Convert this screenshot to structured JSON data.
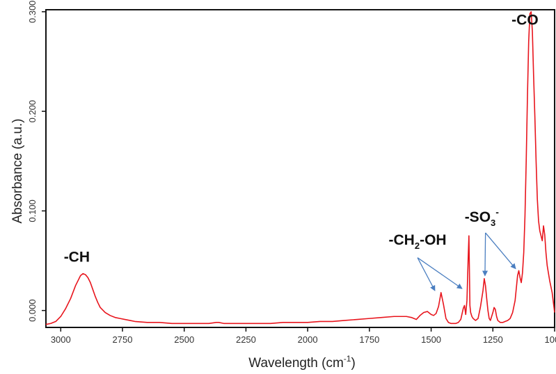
{
  "chart_data": {
    "type": "line",
    "title": "",
    "xlabel": "Wavelength (cm",
    "xlabel_sup": "-1",
    "xlabel_tail": ")",
    "ylabel": "Absorbance (a.u.)",
    "xlim": [
      3060,
      1000
    ],
    "ylim": [
      -0.017,
      0.302
    ],
    "x_reversed": true,
    "grid": false,
    "legend": "none",
    "line_color": "#e8141c",
    "arrow_color": "#4a7ec0",
    "x_ticks": [
      3000,
      2750,
      2500,
      2250,
      2000,
      1750,
      1500,
      1250,
      1000
    ],
    "x_tick_labels": [
      "3000",
      "2750",
      "2500",
      "2250",
      "2000",
      "1750",
      "1500",
      "1250",
      "1000"
    ],
    "y_ticks": [
      0.0,
      0.1,
      0.2,
      0.3
    ],
    "y_tick_labels": [
      "0.000",
      "0.100",
      "0.200",
      "0.300"
    ],
    "series": [
      {
        "x": [
          3060,
          3040,
          3020,
          3000,
          2980,
          2960,
          2940,
          2930,
          2920,
          2910,
          2900,
          2890,
          2880,
          2870,
          2860,
          2850,
          2840,
          2820,
          2800,
          2780,
          2760,
          2740,
          2720,
          2700,
          2650,
          2600,
          2550,
          2500,
          2450,
          2400,
          2370,
          2360,
          2340,
          2300,
          2250,
          2200,
          2150,
          2100,
          2050,
          2000,
          1950,
          1900,
          1850,
          1800,
          1750,
          1700,
          1650,
          1620,
          1600,
          1580,
          1560,
          1545,
          1530,
          1515,
          1500,
          1490,
          1480,
          1470,
          1460,
          1450,
          1440,
          1430,
          1420,
          1410,
          1400,
          1390,
          1380,
          1370,
          1365,
          1360,
          1355,
          1350,
          1347,
          1345,
          1343,
          1340,
          1335,
          1330,
          1320,
          1310,
          1300,
          1290,
          1285,
          1280,
          1275,
          1270,
          1265,
          1260,
          1250,
          1245,
          1240,
          1235,
          1230,
          1220,
          1210,
          1200,
          1190,
          1180,
          1170,
          1160,
          1150,
          1145,
          1140,
          1135,
          1130,
          1125,
          1120,
          1115,
          1110,
          1105,
          1100,
          1095,
          1090,
          1085,
          1080,
          1075,
          1070,
          1065,
          1060,
          1055,
          1050,
          1045,
          1040,
          1035,
          1030,
          1020,
          1010,
          1000
        ],
        "y": [
          -0.014,
          -0.013,
          -0.011,
          -0.006,
          0.002,
          0.012,
          0.025,
          0.03,
          0.035,
          0.037,
          0.036,
          0.033,
          0.028,
          0.021,
          0.014,
          0.008,
          0.003,
          -0.002,
          -0.005,
          -0.007,
          -0.008,
          -0.009,
          -0.01,
          -0.011,
          -0.012,
          -0.012,
          -0.013,
          -0.013,
          -0.013,
          -0.013,
          -0.012,
          -0.012,
          -0.013,
          -0.013,
          -0.013,
          -0.013,
          -0.013,
          -0.012,
          -0.012,
          -0.012,
          -0.011,
          -0.011,
          -0.01,
          -0.009,
          -0.008,
          -0.007,
          -0.006,
          -0.006,
          -0.006,
          -0.007,
          -0.009,
          -0.005,
          -0.002,
          -0.001,
          -0.004,
          -0.005,
          -0.003,
          0.004,
          0.018,
          0.006,
          -0.008,
          -0.012,
          -0.013,
          -0.013,
          -0.013,
          -0.012,
          -0.009,
          0.002,
          0.005,
          -0.004,
          0.01,
          0.053,
          0.075,
          0.04,
          0.005,
          -0.002,
          -0.006,
          -0.008,
          -0.01,
          -0.008,
          0.004,
          0.02,
          0.032,
          0.025,
          0.012,
          0.0,
          -0.008,
          -0.01,
          -0.002,
          0.003,
          0.001,
          -0.006,
          -0.01,
          -0.012,
          -0.012,
          -0.011,
          -0.01,
          -0.008,
          -0.002,
          0.01,
          0.035,
          0.04,
          0.033,
          0.028,
          0.038,
          0.058,
          0.095,
          0.15,
          0.215,
          0.27,
          0.298,
          0.3,
          0.28,
          0.235,
          0.195,
          0.15,
          0.112,
          0.09,
          0.08,
          0.075,
          0.07,
          0.085,
          0.076,
          0.058,
          0.045,
          0.03,
          0.018,
          -0.002
        ]
      }
    ],
    "annotations": [
      {
        "text": "-CH",
        "x": 2935,
        "y": 0.049
      },
      {
        "text": "-CH",
        "sub": "2",
        "tail": "-OH",
        "x": 1555,
        "y": 0.066
      },
      {
        "text": "-SO",
        "sub": "3",
        "sup": "-",
        "x": 1295,
        "y": 0.089
      },
      {
        "text": "-CO",
        "x": 1120,
        "y": 0.287
      }
    ],
    "arrows": [
      {
        "from_x": 1555,
        "from_y": 0.053,
        "to_x": 1485,
        "to_y": 0.02
      },
      {
        "from_x": 1555,
        "from_y": 0.053,
        "to_x": 1375,
        "to_y": 0.022
      },
      {
        "from_x": 1280,
        "from_y": 0.078,
        "to_x": 1282,
        "to_y": 0.035
      },
      {
        "from_x": 1280,
        "from_y": 0.078,
        "to_x": 1158,
        "to_y": 0.042
      }
    ]
  }
}
